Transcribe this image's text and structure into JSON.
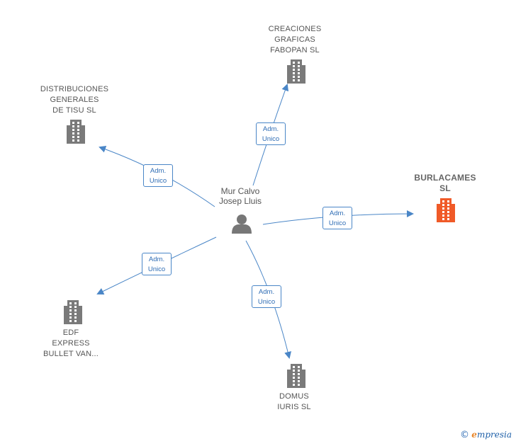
{
  "person": {
    "name": "Mur Calvo\nJosep Lluis"
  },
  "relation_label": "Adm.\nUnico",
  "companies": [
    {
      "id": "creaciones",
      "name": "CREACIONES\nGRAFICAS\nFABOPAN  SL",
      "highlight": false
    },
    {
      "id": "distribuciones",
      "name": "DISTRIBUCIONES\nGENERALES\nDE TISU  SL",
      "highlight": false
    },
    {
      "id": "burlacames",
      "name": "BURLACAMES\nSL",
      "highlight": true
    },
    {
      "id": "edf",
      "name": "EDF\nEXPRESS\nBULLET VAN...",
      "highlight": false
    },
    {
      "id": "domus",
      "name": "DOMUS\nIURIS SL",
      "highlight": false
    }
  ],
  "colors": {
    "edge": "#4a86c7",
    "building": "#7a7a7a",
    "building_highlight": "#f05a28",
    "person": "#777777"
  },
  "footer": {
    "copyright": "©",
    "brand_initial": "e",
    "brand_rest": "mpresia"
  }
}
